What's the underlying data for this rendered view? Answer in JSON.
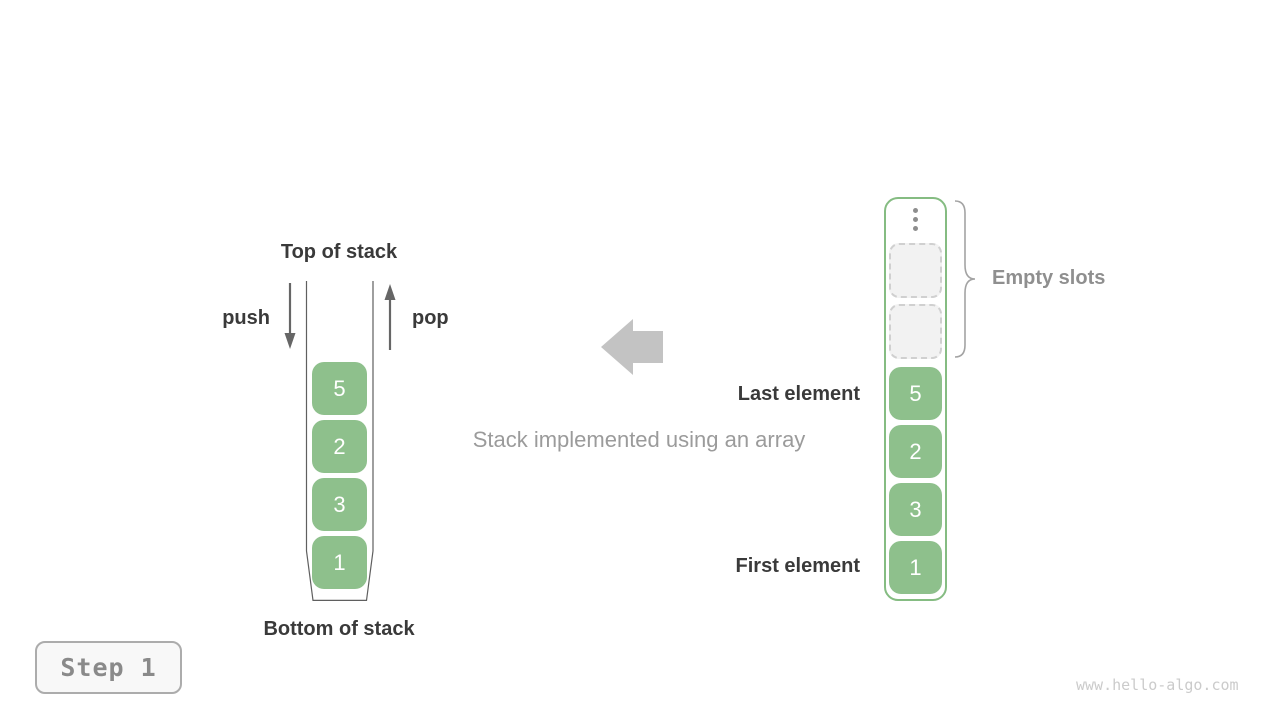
{
  "colors": {
    "element_green": "#8ec08c",
    "array_border_green": "#85bc82",
    "dark_text": "#3a3a3a",
    "caption_gray": "#9b9b9b",
    "muted_gray": "#8f8f8f",
    "arrow_gray": "#666666",
    "big_arrow_gray": "#c3c3c3",
    "wall_gray": "#5f5f5f",
    "slot_bg": "#f2f2f2",
    "slot_border": "#d0d0d0",
    "brace_gray": "#a3a3a3",
    "dot_gray": "#8e8e8e",
    "badge_bg": "#f8f8f8",
    "badge_border": "#acacac",
    "badge_text": "#8a8a8a",
    "watermark_gray": "#cbcbcb"
  },
  "stack_diagram": {
    "top_label": "Top of stack",
    "bottom_label": "Bottom of stack",
    "push_label": "push",
    "pop_label": "pop",
    "elements": [
      "5",
      "2",
      "3",
      "1"
    ]
  },
  "caption": "Stack implemented using an array",
  "array_diagram": {
    "empty_slots_count": 2,
    "empty_slots_label": "Empty slots",
    "last_element_label": "Last element",
    "first_element_label": "First element",
    "elements": [
      "5",
      "2",
      "3",
      "1"
    ]
  },
  "step_badge": {
    "label": "Step 1"
  },
  "watermark": "www.hello-algo.com"
}
